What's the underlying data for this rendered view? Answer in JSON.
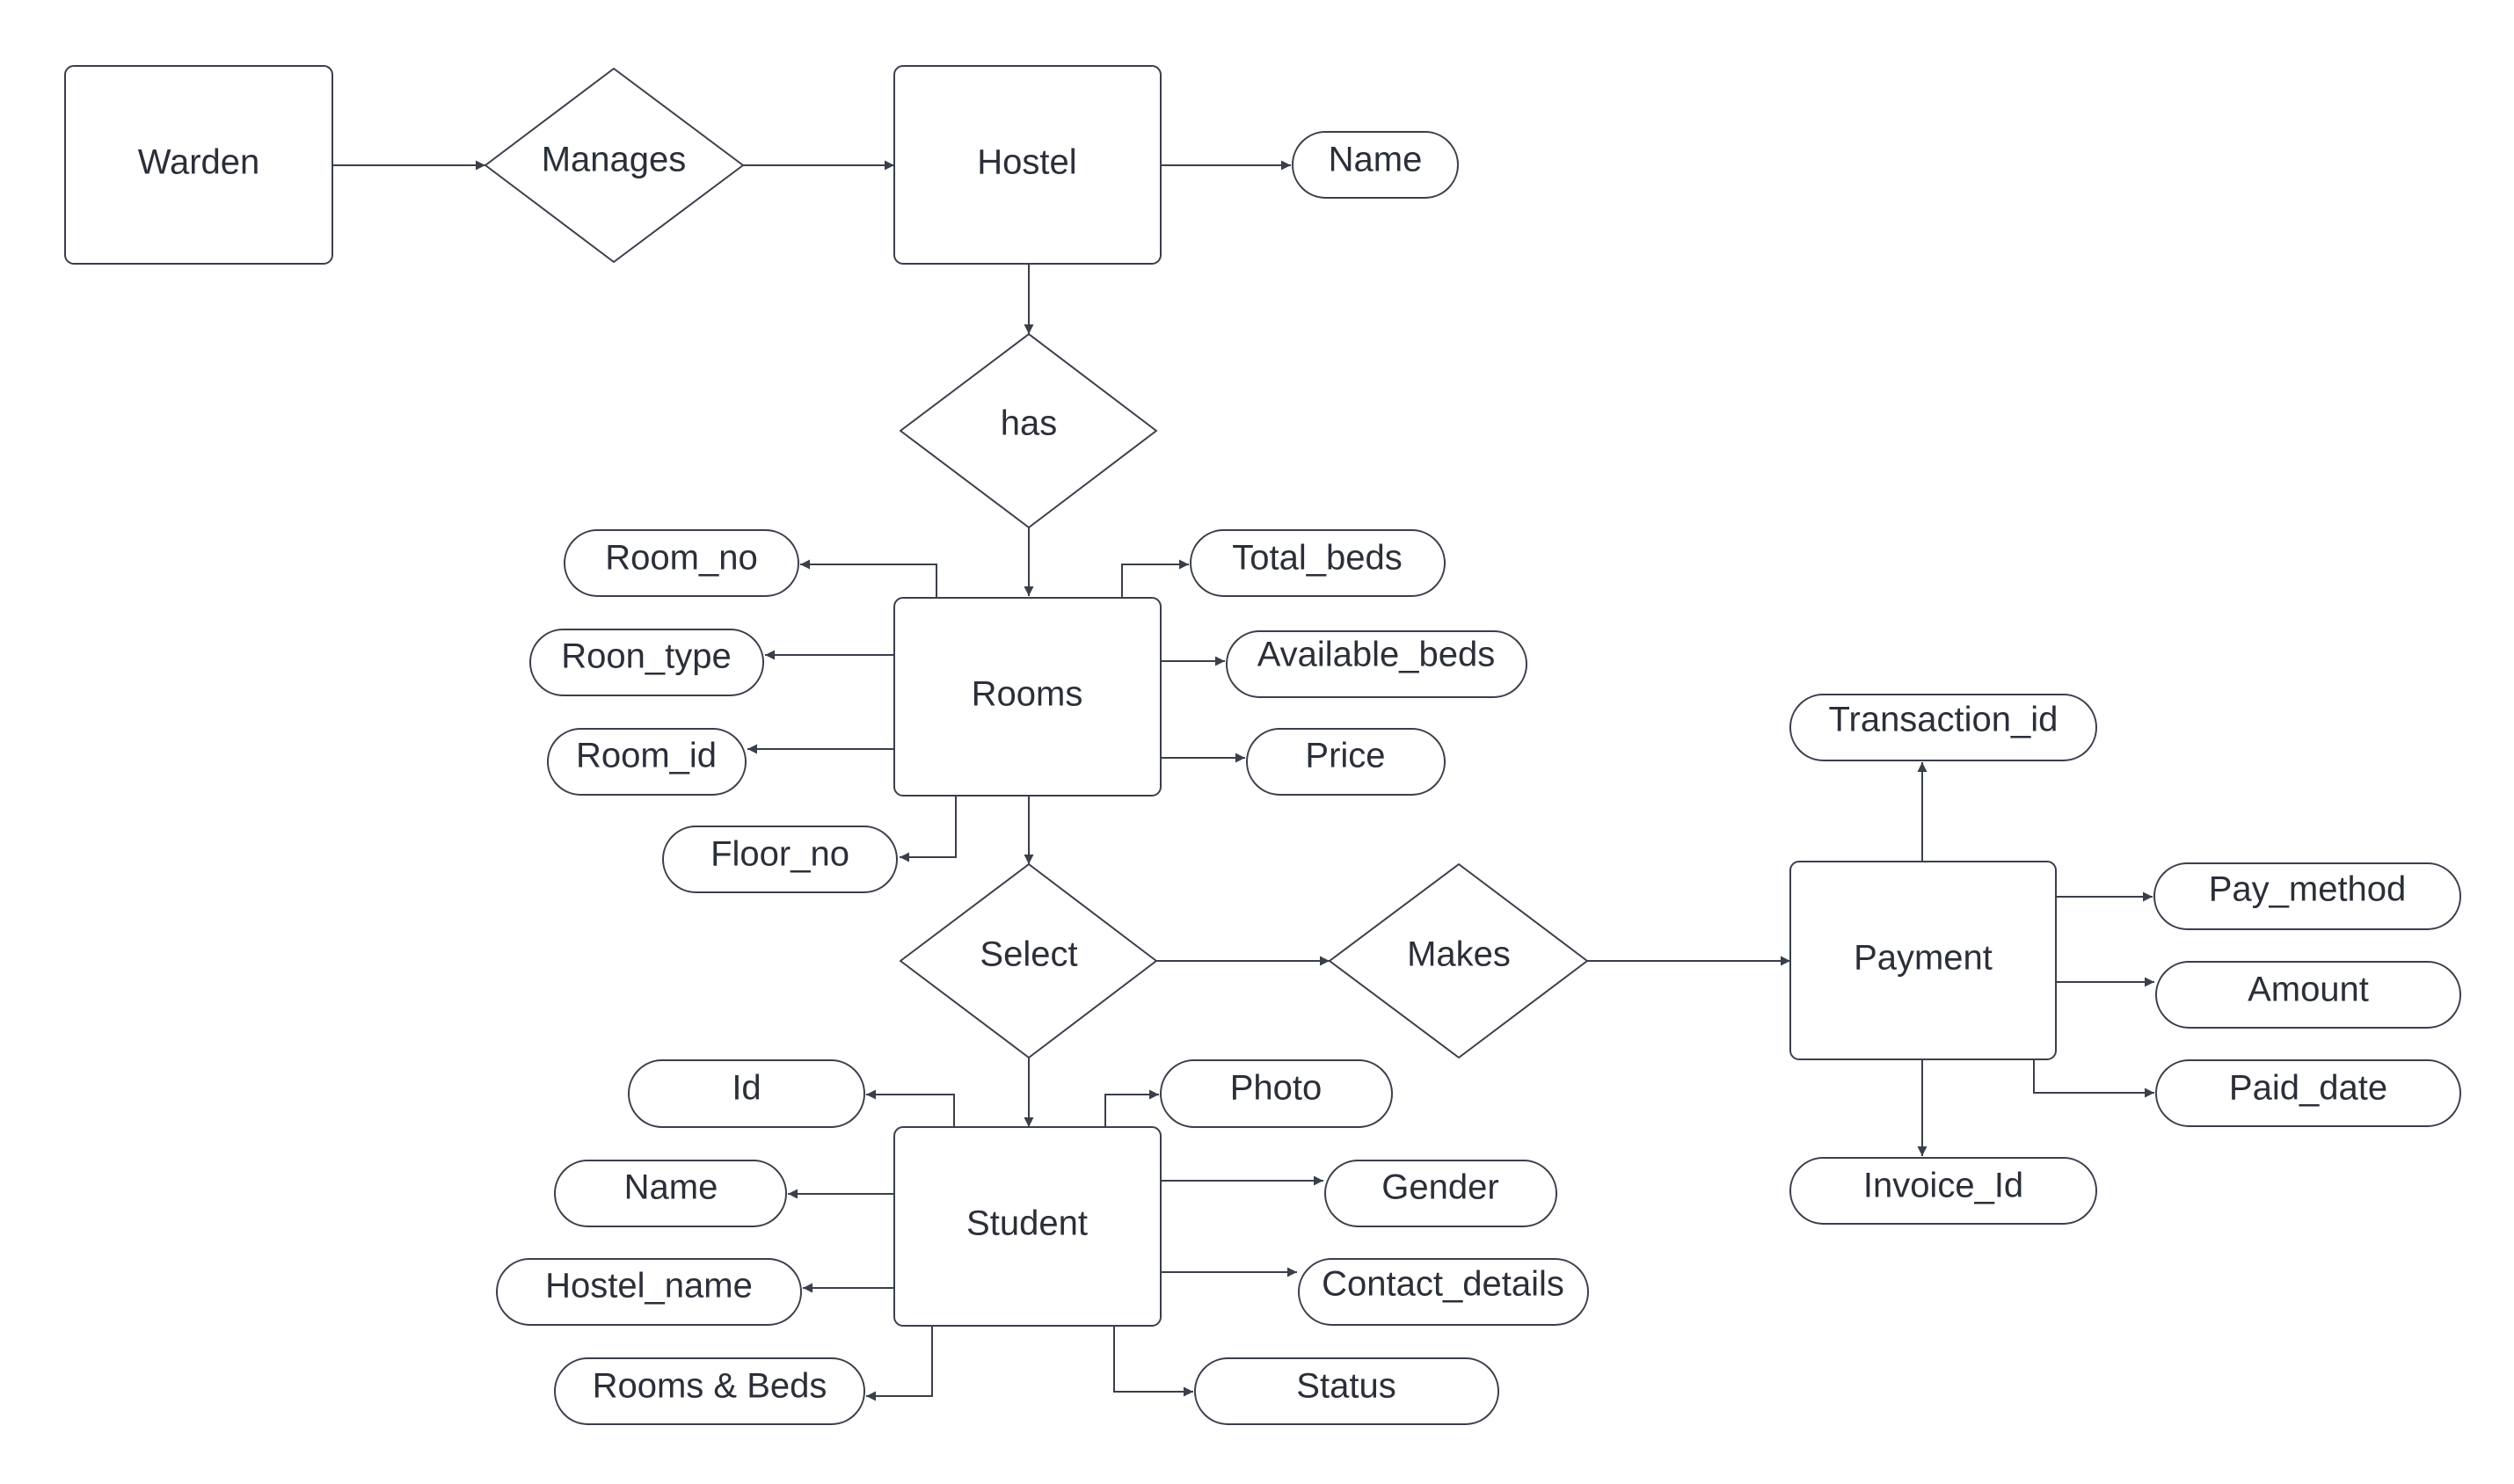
{
  "entities": {
    "warden": "Warden",
    "hostel": "Hostel",
    "rooms": "Rooms",
    "student": "Student",
    "payment": "Payment"
  },
  "relationships": {
    "manages": "Manages",
    "has": "has",
    "select": "Select",
    "makes": "Makes"
  },
  "attributes": {
    "hostel_name": "Name",
    "room_no": "Room_no",
    "roon_type": "Roon_type",
    "room_id": "Room_id",
    "floor_no": "Floor_no",
    "total_beds": "Total_beds",
    "available_beds": "Available_beds",
    "price": "Price",
    "student_id": "Id",
    "student_name": "Name",
    "student_hostel_name": "Hostel_name",
    "rooms_beds": "Rooms & Beds",
    "photo": "Photo",
    "gender": "Gender",
    "contact_details": "Contact_details",
    "status": "Status",
    "transaction_id": "Transaction_id",
    "pay_method": "Pay_method",
    "amount": "Amount",
    "paid_date": "Paid_date",
    "invoice_id": "Invoice_Id"
  }
}
